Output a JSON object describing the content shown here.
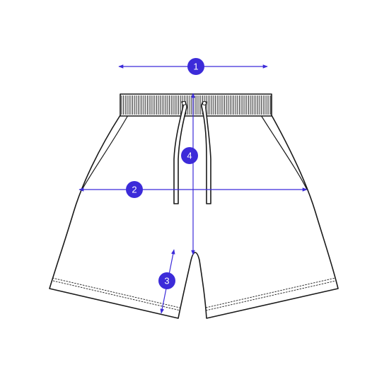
{
  "colors": {
    "measure": "#3c2bd9",
    "outline": "#1a1a1a"
  },
  "measurements": [
    {
      "id": "1",
      "label": "1"
    },
    {
      "id": "2",
      "label": "2"
    },
    {
      "id": "3",
      "label": "3"
    },
    {
      "id": "4",
      "label": "4"
    }
  ]
}
